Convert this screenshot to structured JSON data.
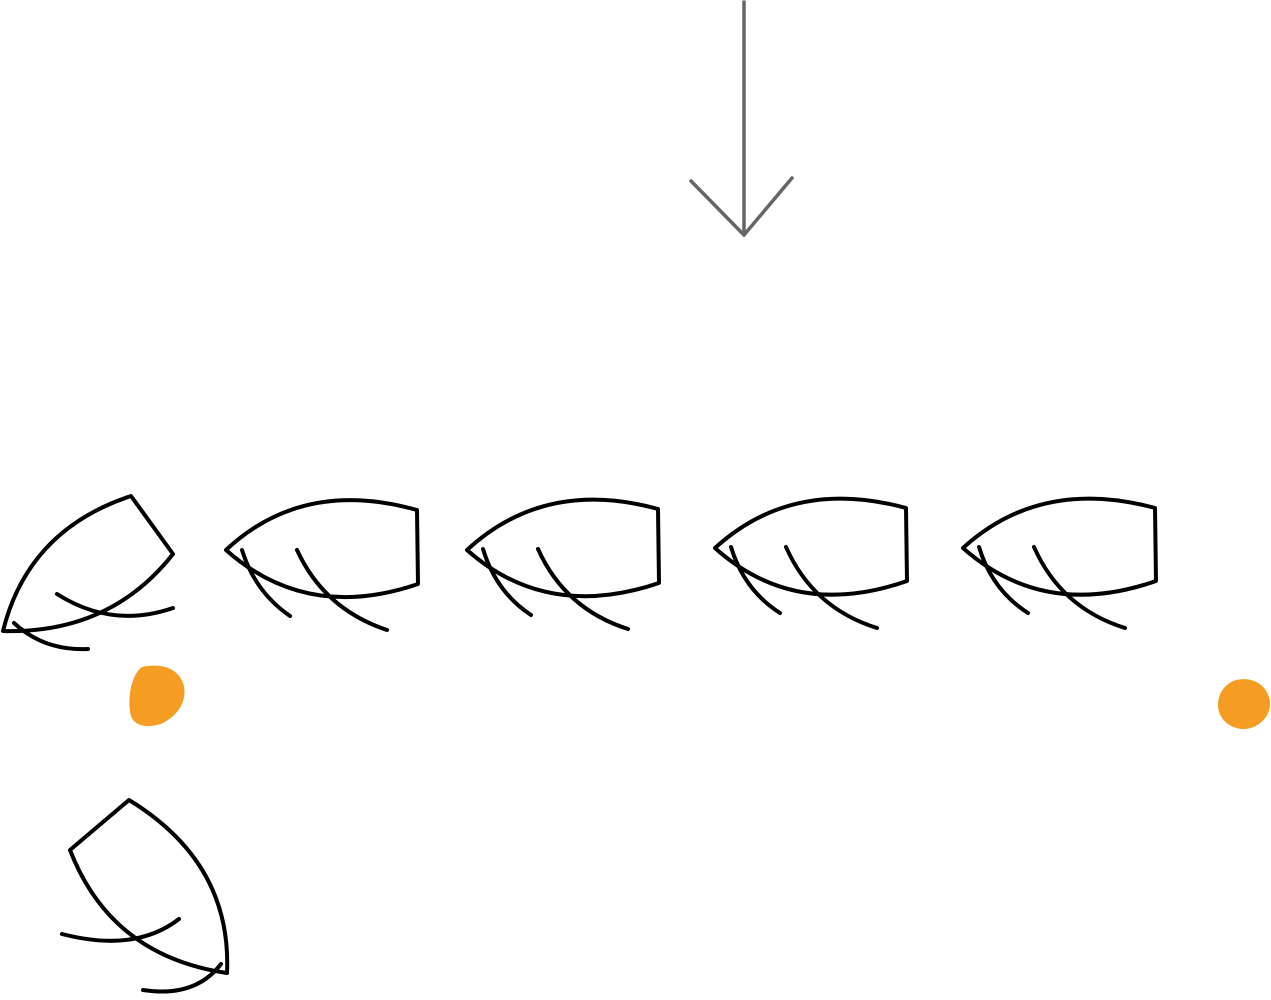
{
  "colors": {
    "background": "#ffffff",
    "boat_stroke": "#000000",
    "wind_arrow": "#666666",
    "mark": "#f59c22"
  },
  "wind": {
    "direction": "down",
    "icon": "wind-arrow-icon"
  },
  "boats": [
    {
      "id": "boat-1",
      "heading": "rotated-down-left"
    },
    {
      "id": "boat-2",
      "heading": "left"
    },
    {
      "id": "boat-3",
      "heading": "left"
    },
    {
      "id": "boat-4",
      "heading": "left"
    },
    {
      "id": "boat-5",
      "heading": "left"
    },
    {
      "id": "boat-6",
      "heading": "down"
    }
  ],
  "marks": [
    {
      "id": "mark-1"
    },
    {
      "id": "mark-2"
    }
  ]
}
